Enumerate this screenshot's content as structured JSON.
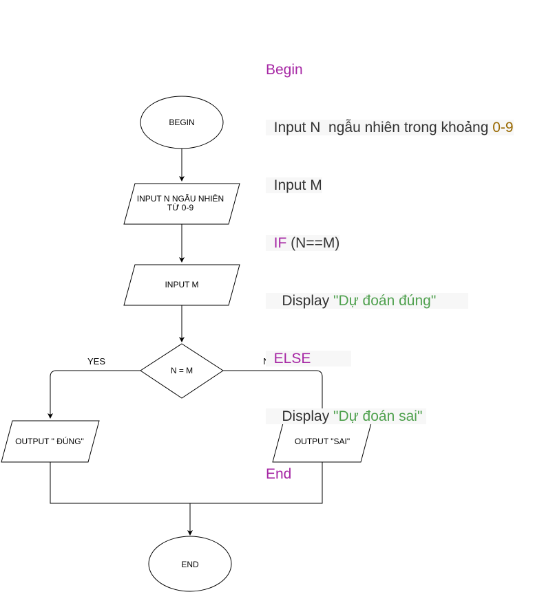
{
  "flowchart": {
    "begin": "BEGIN",
    "input_n_line1": "INPUT N NGẪU NHIÊN",
    "input_n_line2": "TỪ 0-9",
    "input_m": "INPUT M",
    "decision": "N = M",
    "yes_label": "YES",
    "no_label": "NO",
    "output_dung": "OUTPUT \" ĐÚNG\"",
    "output_sai": "OUTPUT \"SAI\"",
    "end": "END"
  },
  "pseudocode": {
    "begin": "Begin",
    "input_n_prefix": "Input N  ngẫu nhiên trong khoảng ",
    "input_n_range": "0-9",
    "input_m": "Input M",
    "if_kw": "IF",
    "if_cond": " (N==M)",
    "display_kw_1": "Display ",
    "display_str_1": "\"Dự đoán đúng\"",
    "else_kw": "ELSE",
    "display_kw_2": "Display ",
    "display_str_2": "\"Dự đoán sai\"",
    "end": "End"
  },
  "colors": {
    "keyword": "#a626a4",
    "number": "#986801",
    "string": "#50a14f",
    "text": "#333333",
    "stroke": "#000000"
  }
}
